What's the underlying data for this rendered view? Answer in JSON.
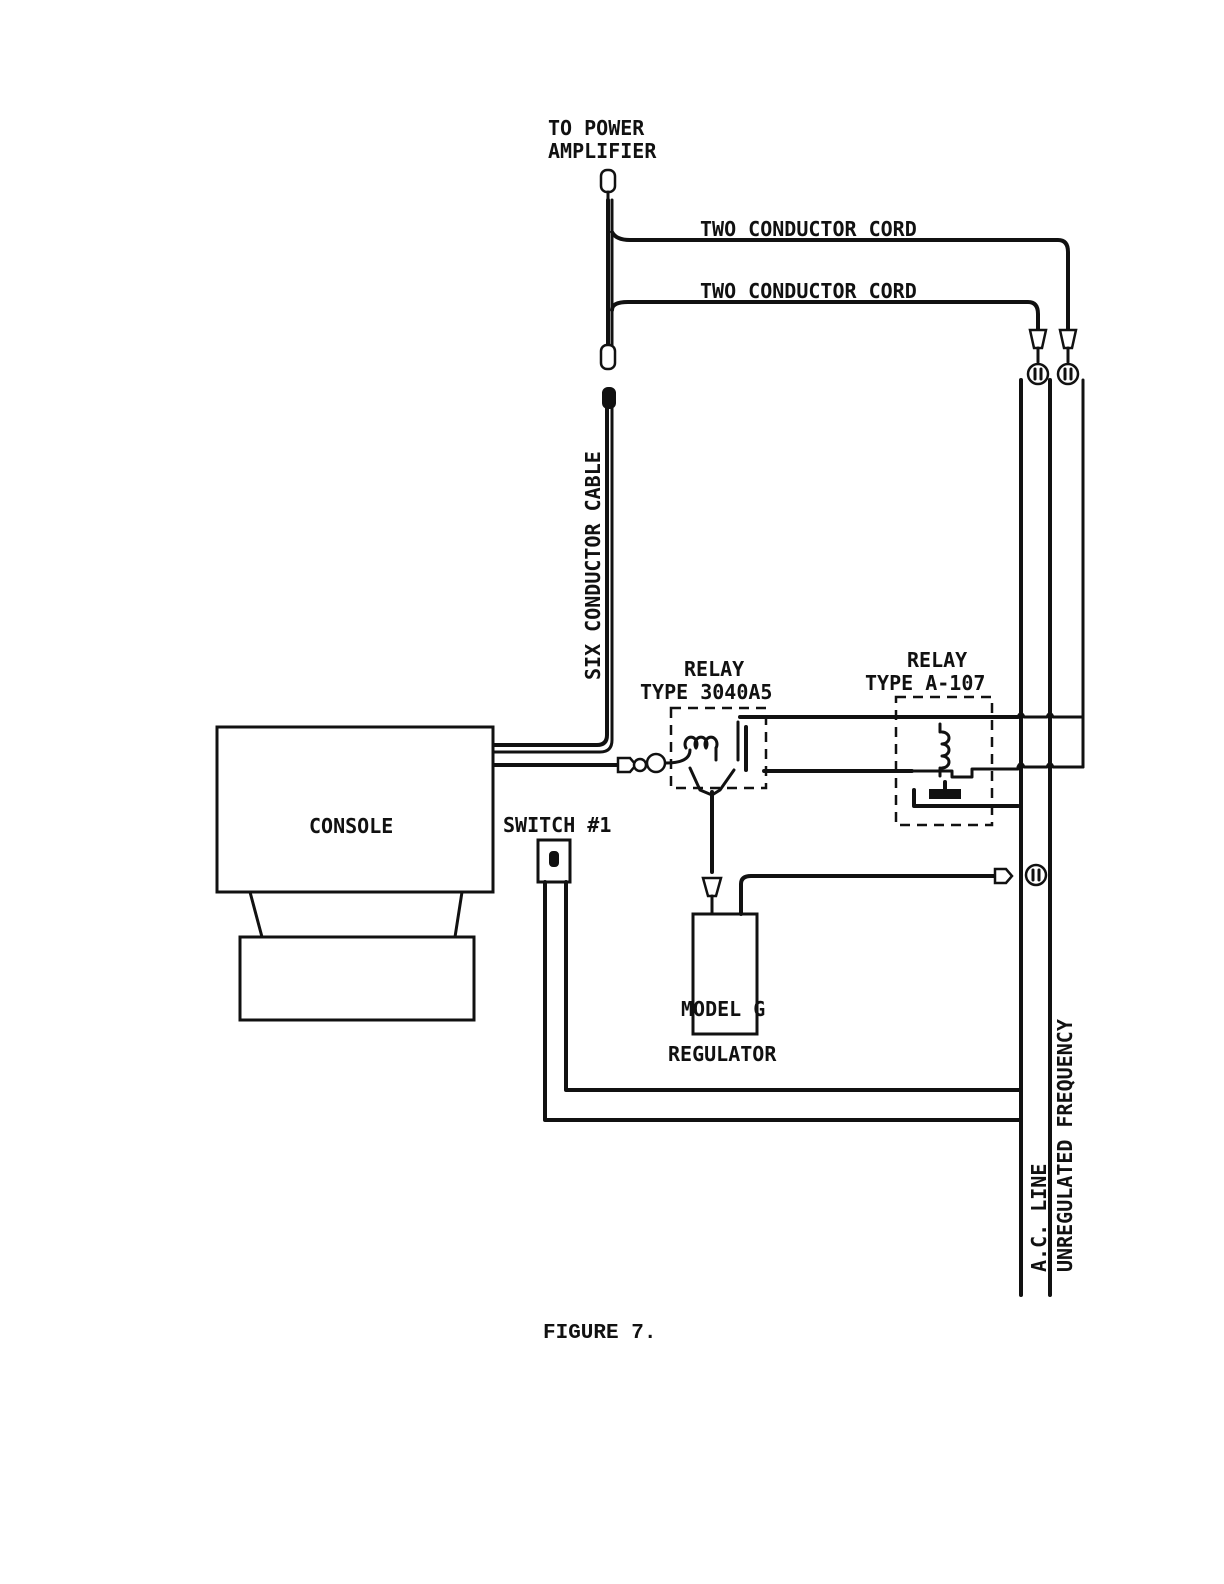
{
  "labels": {
    "to_power_amplifier": [
      "TO POWER",
      "AMPLIFIER"
    ],
    "two_conductor_cord_top": "TWO CONDUCTOR CORD",
    "two_conductor_cord_bottom": "TWO CONDUCTOR CORD",
    "six_conductor_cable": "SIX CONDUCTOR CABLE",
    "relay_left": [
      "RELAY",
      "TYPE 3040A5"
    ],
    "relay_right": [
      "RELAY",
      "TYPE A-107"
    ],
    "console": "CONSOLE",
    "switch": "SWITCH #1",
    "model_g": "MODEL G",
    "regulator": "REGULATOR",
    "ac_line": "A.C. LINE",
    "unregulated_frequency": "UNREGULATED FREQUENCY",
    "figure": "FIGURE 7."
  }
}
